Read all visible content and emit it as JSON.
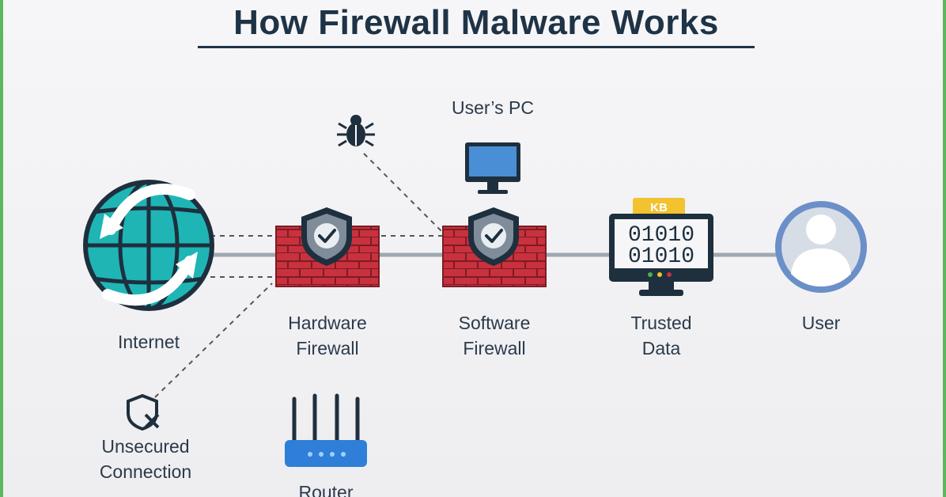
{
  "title": "How Firewall Malware Works",
  "nodes": {
    "internet": "Internet",
    "hardware_firewall": [
      "Hardware",
      "Firewall"
    ],
    "software_firewall": [
      "Software",
      "Firewall"
    ],
    "trusted_data": [
      "Trusted",
      "Data"
    ],
    "user": "User",
    "users_pc": "User’s PC",
    "unsecured_connection": [
      "Unsecured",
      "Connection"
    ],
    "router": "Router"
  },
  "data_card": {
    "badge": "KB",
    "line1": "01010",
    "line2": "01010"
  },
  "icons": {
    "globe": "globe-icon",
    "firewall": "brick-wall-shield-icon",
    "bug": "bug-icon",
    "monitor": "monitor-icon",
    "data": "data-monitor-icon",
    "user": "user-avatar-icon",
    "unsecured": "shield-x-icon",
    "router": "router-icon"
  },
  "colors": {
    "title": "#1f3346",
    "brick": "#c8323e",
    "globe": "#1fb5b5",
    "monitor_screen": "#4a8fd6",
    "badge": "#f2c230",
    "router": "#2f7fd8",
    "user": "#6b8fc8",
    "frame": "#5cb85c"
  }
}
